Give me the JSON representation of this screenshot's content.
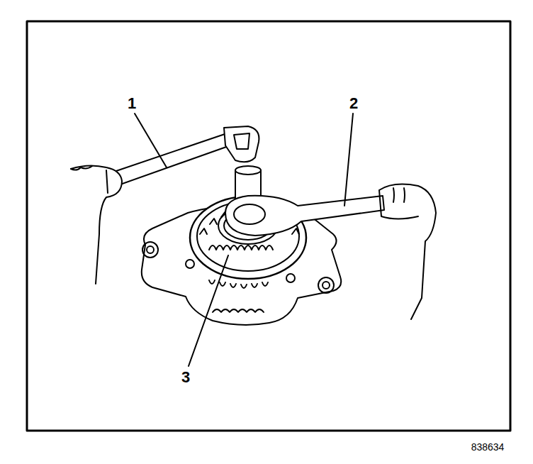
{
  "diagram": {
    "labels": [
      "1",
      "2",
      "3",
      "838634"
    ]
  }
}
